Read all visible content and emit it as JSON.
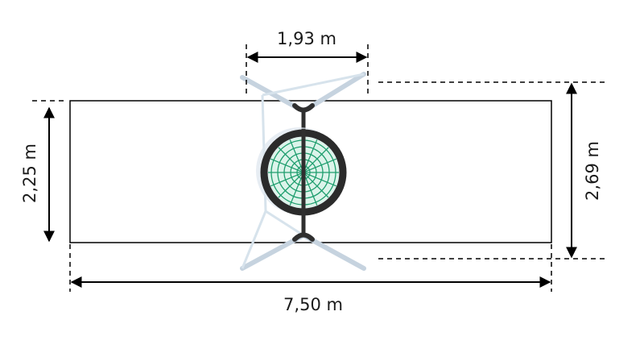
{
  "diagram": {
    "type": "dimension-drawing",
    "subject": "swing frame top view with nest seat",
    "dimensions": {
      "top_width": "1,93 m",
      "left_height": "2,25 m",
      "right_height": "2,69 m",
      "bottom_width": "7,50 m"
    },
    "colors": {
      "line": "#000000",
      "frame_shadow": "#c9d6e3",
      "swing_ring": "#2b2b2b",
      "net": "#1f9e6e",
      "net_fill": "#d9f3ea"
    }
  }
}
